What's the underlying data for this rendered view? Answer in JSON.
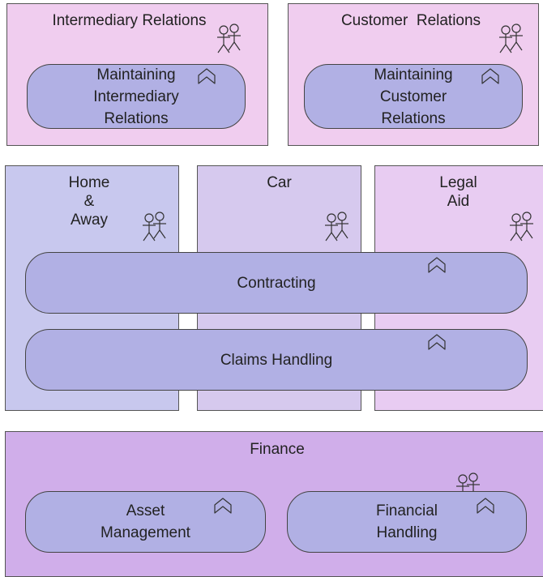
{
  "roles": {
    "intermediary": "Intermediary Relations",
    "customer": "Customer  Relations",
    "home_away": [
      "Home",
      "&",
      "Away"
    ],
    "car": "Car",
    "legal_aid": [
      "Legal",
      "Aid"
    ],
    "finance": "Finance"
  },
  "functions": {
    "maintaining_intermediary": [
      "Maintaining",
      "Intermediary",
      "Relations"
    ],
    "maintaining_customer": [
      "Maintaining",
      "Customer",
      "Relations"
    ],
    "contracting": "Contracting",
    "claims_handling": "Claims Handling",
    "asset_management": [
      "Asset",
      "Management"
    ],
    "financial_handling": [
      "Financial",
      "Handling"
    ]
  },
  "colors": {
    "pink_box": "#f0cdef",
    "home_box": "#c8c8ee",
    "car_box": "#d6c9ee",
    "legal_box": "#e8ccf2",
    "finance_box": "#d0aeea",
    "function_pill": "#b1b0e4"
  },
  "icons": {
    "role": "role-actors-icon",
    "function": "function-chevron-icon"
  }
}
